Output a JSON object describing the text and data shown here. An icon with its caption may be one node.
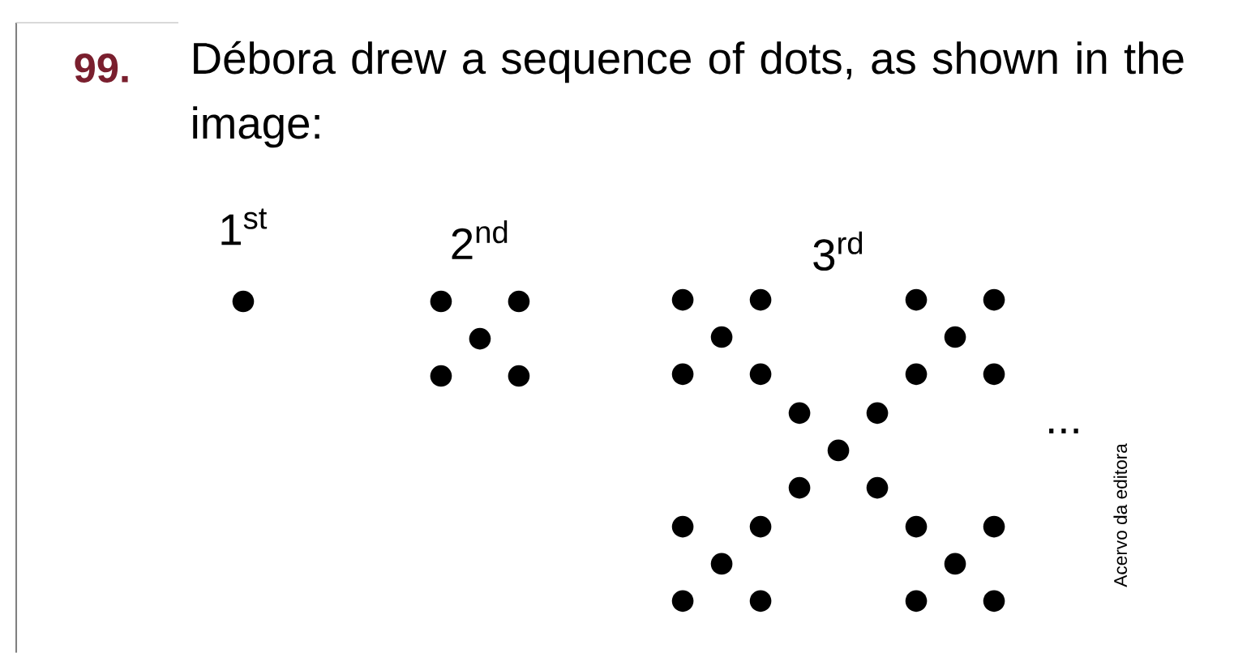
{
  "diagram": {
    "labels": [
      "99.",
      "Débora drew a sequence of dots, as shown in the image:",
      "1$^{st}$",
      "2$^{nd}$",
      "3$^{rd}$",
      "...",
      "Acervo da editora"
    ]
  }
}
